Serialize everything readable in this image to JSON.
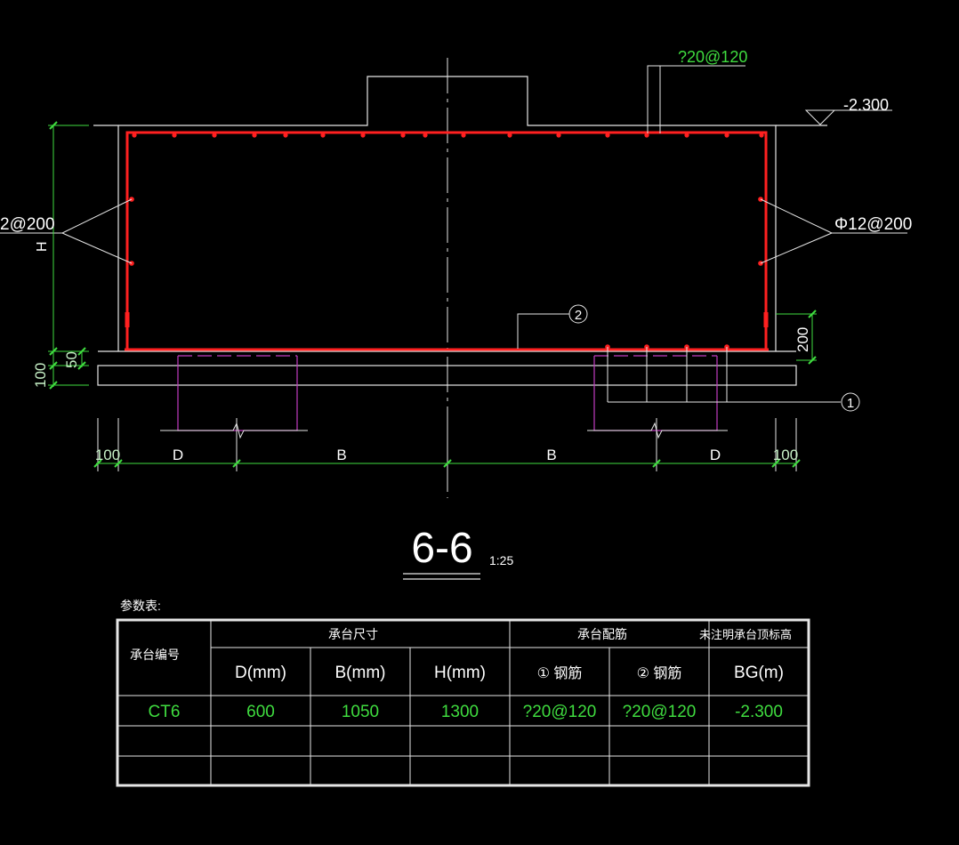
{
  "section": {
    "title": "6-6",
    "scale": "1:25"
  },
  "annotations": {
    "top_rebar": "?20@120",
    "elevation": "-2.300",
    "side_rebar_left": "2@200",
    "side_rebar_right": "Φ12@200",
    "height_label": "H",
    "dim_200": "200",
    "dim_50": "50",
    "dim_100_left": "100",
    "marker_1": "1",
    "marker_2": "2"
  },
  "bottom_dims": [
    "100",
    "D",
    "B",
    "B",
    "D",
    "100"
  ],
  "table": {
    "caption": "参数表:",
    "head_id": "承台编号",
    "group_size": "承台尺寸",
    "group_rebar": "承台配筋",
    "group_elev": "未注明承台顶标高",
    "sub_headers": [
      "D(mm)",
      "B(mm)",
      "H(mm)",
      "① 钢筋",
      "② 钢筋",
      "BG(m)"
    ],
    "rows": [
      [
        "CT6",
        "600",
        "1050",
        "1300",
        "?20@120",
        "?20@120",
        "-2.300"
      ],
      [
        "",
        "",
        "",
        "",
        "",
        "",
        ""
      ],
      [
        "",
        "",
        "",
        "",
        "",
        "",
        ""
      ]
    ]
  },
  "colors": {
    "background": "#000000",
    "rebar": "#ff2020",
    "dimension": "#3fdc3f",
    "outline": "#e6e6e6",
    "pile": "#c03cc0"
  }
}
